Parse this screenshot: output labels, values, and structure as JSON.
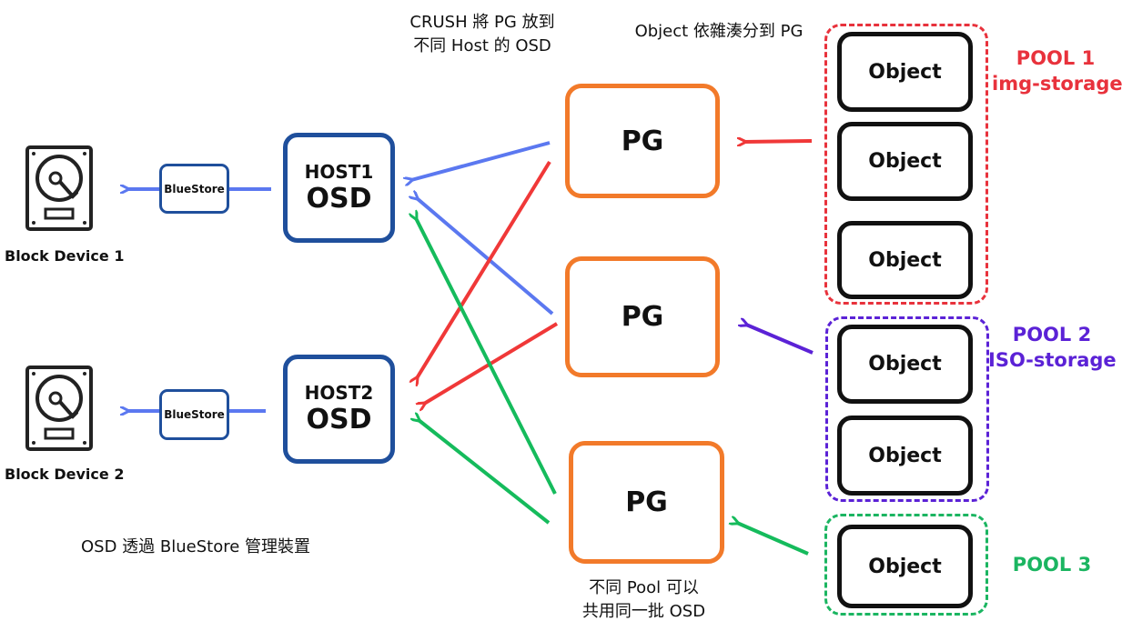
{
  "notes": {
    "crush_line1": "CRUSH 將 PG 放到",
    "crush_line2": "不同 Host 的 OSD",
    "object_distribution": "Object 依雜湊分到 PG",
    "osd_bluestore": "OSD 透過 BlueStore 管理裝置",
    "shared_line1": "不同 Pool 可以",
    "shared_line2": "共用同一批 OSD"
  },
  "devices": [
    {
      "label": "Block Device  1"
    },
    {
      "label": "Block Device  2"
    }
  ],
  "bluestore_label": "BlueStore",
  "hosts": [
    {
      "name": "HOST1",
      "role": "OSD"
    },
    {
      "name": "HOST2",
      "role": "OSD"
    }
  ],
  "pgs": [
    "PG",
    "PG",
    "PG"
  ],
  "object_label": "Object",
  "pools": [
    {
      "title": "POOL 1",
      "subtitle": "img-storage",
      "color": "#e8323c"
    },
    {
      "title": "POOL 2",
      "subtitle": "ISO-storage",
      "color": "#5b22d6"
    },
    {
      "title": "POOL 3",
      "subtitle": "",
      "color": "#1bb561"
    }
  ],
  "colors": {
    "host_border": "#1f4f9c",
    "pg_border": "#f27a2a",
    "bluestore_arrow": "#5b78f0",
    "crush_red": "#f03838",
    "crush_blue": "#5b78f0",
    "crush_green": "#15bb5c"
  },
  "icons": [
    "hard-drive-icon",
    "arrow-icon"
  ]
}
